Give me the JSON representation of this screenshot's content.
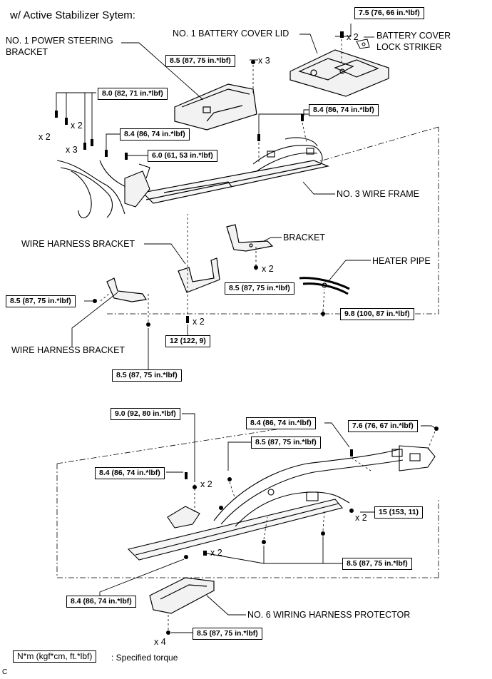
{
  "heading": "w/ Active Stabilizer Sytem:",
  "parts": {
    "battery_cover_lid": "NO. 1 BATTERY COVER LID",
    "battery_lock_striker_1": "BATTERY COVER",
    "battery_lock_striker_2": "LOCK STRIKER",
    "power_steering_bracket_1": "NO. 1 POWER STEERING",
    "power_steering_bracket_2": "BRACKET",
    "wire_frame": "NO. 3 WIRE FRAME",
    "bracket": "BRACKET",
    "wire_harness_bracket_upper": "WIRE HARNESS BRACKET",
    "wire_harness_bracket_lower": "WIRE HARNESS BRACKET",
    "heater_pipe": "HEATER PIPE",
    "wiring_harness_protector": "NO. 6 WIRING HARNESS PROTECTOR"
  },
  "torques": {
    "t_7_5": "7.5 (76, 66 in.*lbf)",
    "t_8_5_top": "8.5 (87, 75 in.*lbf)",
    "t_8_0": "8.0 (82, 71 in.*lbf)",
    "t_8_4_a": "8.4 (86, 74 in.*lbf)",
    "t_8_4_b": "8.4 (86, 74 in.*lbf)",
    "t_6_0": "6.0 (61, 53 in.*lbf)",
    "t_8_5_left": "8.5 (87, 75 in.*lbf)",
    "t_8_5_mid": "8.5 (87, 75 in.*lbf)",
    "t_9_8": "9.8 (100, 87 in.*lbf)",
    "t_12": "12 (122, 9)",
    "t_8_5_bottom_left": "8.5 (87, 75 in.*lbf)",
    "t_9_0": "9.0 (92, 80 in.*lbf)",
    "t_8_4_c": "8.4 (86, 74 in.*lbf)",
    "t_7_6": "7.6 (76, 67 in.*lbf)",
    "t_8_5_lower": "8.5 (87, 75 in.*lbf)",
    "t_8_4_d": "8.4 (86, 74 in.*lbf)",
    "t_15": "15 (153, 11)",
    "t_8_5_right": "8.5 (87, 75 in.*lbf)",
    "t_8_4_e": "8.4 (86, 74 in.*lbf)",
    "t_8_5_protector": "8.5 (87, 75 in.*lbf)"
  },
  "quantities": {
    "q_lid": "x 2",
    "q_top_bolts": "x 3",
    "q_left_x2a": "x 2",
    "q_left_x2b": "x 2",
    "q_left_x3": "x 3",
    "q_bracket": "x 2",
    "q_12": "x 2",
    "q_9_0": "x 2",
    "q_15": "x 2",
    "q_mid_bottom": "x 2",
    "q_protector": "x 4"
  },
  "legend": {
    "box": "N*m (kgf*cm, ft.*lbf)",
    "text": ": Specified torque"
  },
  "corner_code": "C"
}
